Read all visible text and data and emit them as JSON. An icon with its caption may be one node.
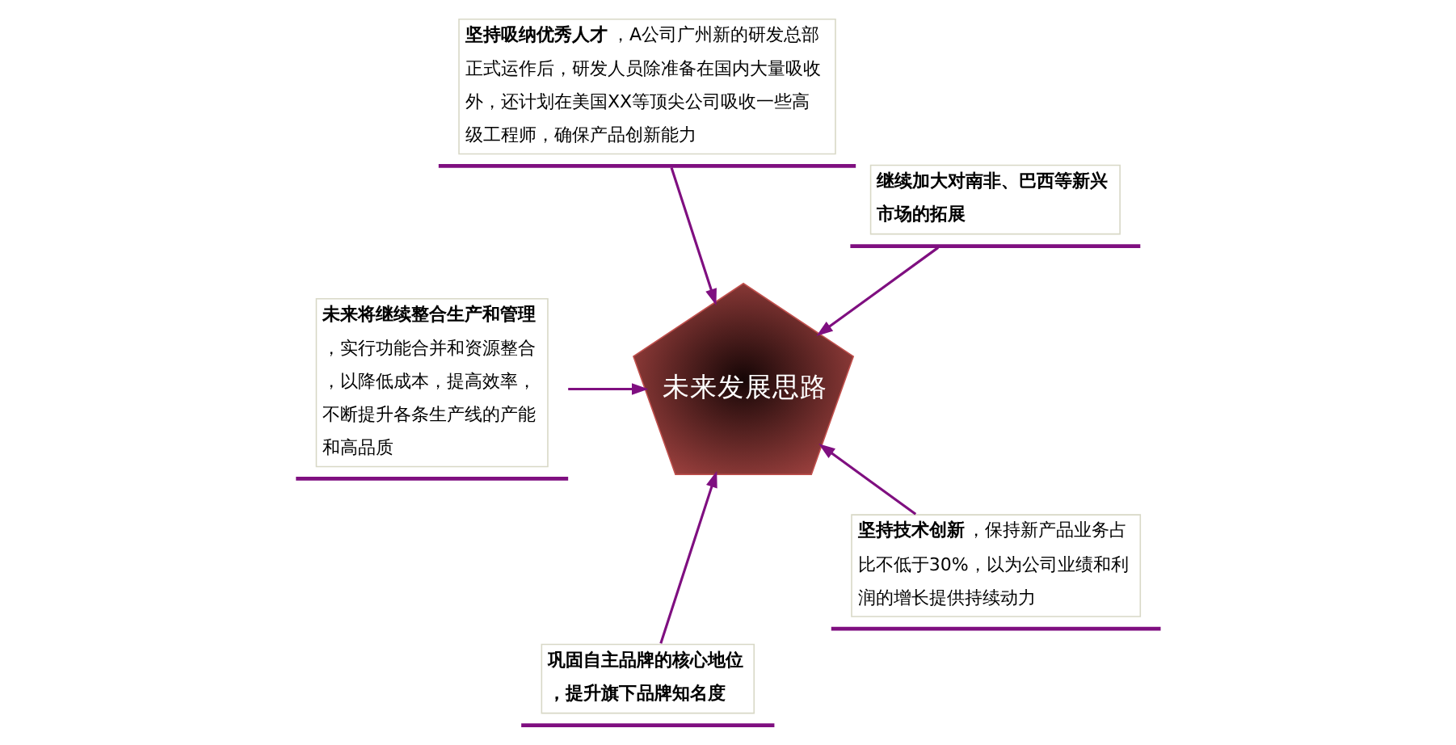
{
  "diagram": {
    "nodes": [
      {
        "text": [
          "**坚持吸纳优秀人才**，A公司广州新的研发总部正式运作后，研发人员除准备在国内大量吸收外，还计划在美国XX等顶尖公司吸收一些高级工程师，确保产品创新能力"
        ]
      },
      {
        "text": [
          "**未来将继续整合生产和管理**，实行功能合并和资源整合，以降低成本，提高效率，不断提升各条生产线的产能和高品质"
        ]
      },
      {
        "text": [
          "继续加大对南非、巴西等新兴市场的拓展"
        ]
      },
      {
        "text": [
          "未来发展思路"
        ]
      },
      {
        "text": [
          "巩固自主品牌的核心地位，提升旗下品牌知名度"
        ]
      },
      {
        "text": [
          "**坚持技术创新**，保持新产品业务占比不低于30%，以为公司业绩和利润的增长提供持续动力"
        ]
      }
    ],
    "edges": [
      {
        "from": 0,
        "to": 3,
        "arrow": "to"
      },
      {
        "from": 1,
        "to": 3,
        "arrow": "to"
      },
      {
        "from": 2,
        "to": 3,
        "arrow": "to"
      },
      {
        "from": 4,
        "to": 3,
        "arrow": "to"
      },
      {
        "from": 5,
        "to": 3,
        "arrow": "to"
      }
    ]
  }
}
